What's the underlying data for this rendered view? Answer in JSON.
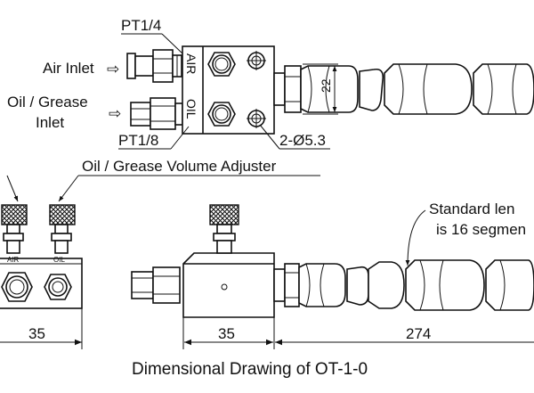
{
  "labels": {
    "pt14": "PT1/4",
    "pt18": "PT1/8",
    "air_inlet": "Air Inlet",
    "oil_inlet_line1": "Oil / Grease",
    "oil_inlet_line2": "Inlet",
    "inlet_arrow": "⇨",
    "air": "AIR",
    "oil": "OIL",
    "hole_spec": "2-Ø5.3",
    "height_dim": "22",
    "adjuster": "Oil / Grease Volume Adjuster",
    "standard_line1": "Standard len",
    "standard_line2": "is 16 segmen",
    "dim_left": "35",
    "dim_mid": "35",
    "dim_right": "274",
    "caption": "Dimensional Drawing of OT-1-0"
  }
}
